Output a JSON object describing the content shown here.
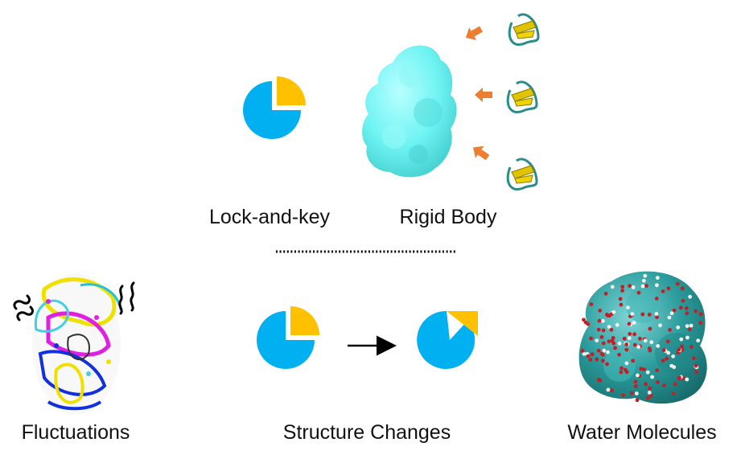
{
  "labels": {
    "lock_and_key": "Lock-and-key",
    "rigid_body": "Rigid Body",
    "fluctuations": "Fluctuations",
    "structure_changes": "Structure Changes",
    "water_molecules": "Water Molecules"
  },
  "colors": {
    "lock_blue": "#00b0f0",
    "key_yellow": "#ffc000",
    "protein_cyan": "#6ff3f3",
    "arrow_orange": "#ed7d31",
    "water_surface": "#2a9a9a",
    "water_red": "#c0202a"
  },
  "icons": {
    "lock": "pie-lock-icon",
    "key": "pie-slice-key-icon",
    "protein": "protein-surface-icon",
    "ligand": "ribbon-ligand-icon",
    "fluctuation": "wavy-line-icon"
  }
}
